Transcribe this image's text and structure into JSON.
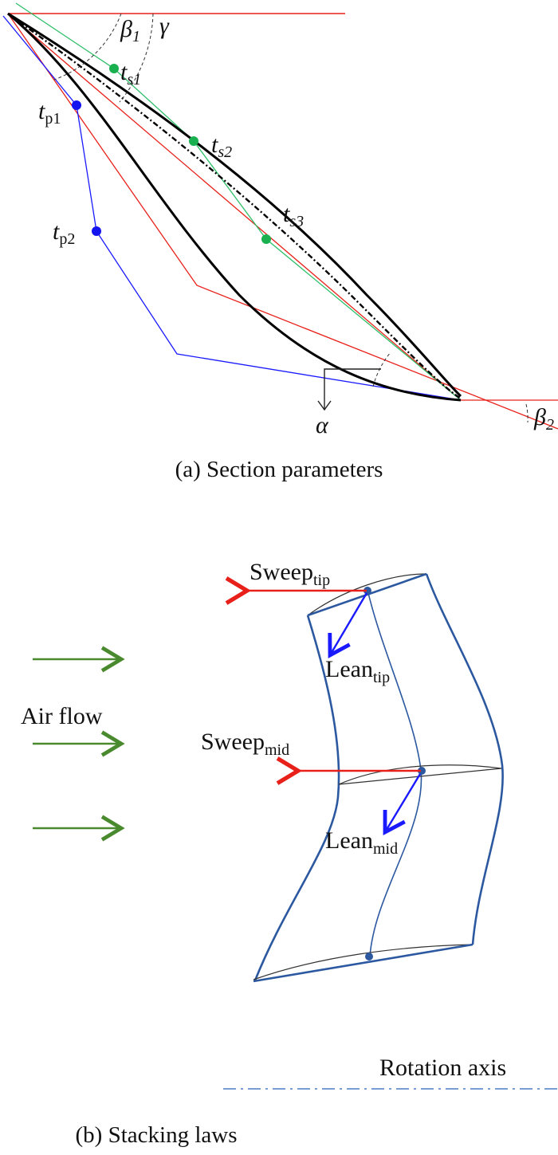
{
  "panel_a": {
    "caption": "(a) Section parameters",
    "labels": {
      "beta1": "β",
      "beta1_sub": "1",
      "gamma": "γ",
      "beta2": "β",
      "beta2_sub": "2",
      "alpha": "α",
      "ts1": "t",
      "ts1_sub": "s1",
      "ts2": "t",
      "ts2_sub": "s2",
      "ts3": "t",
      "ts3_sub": "s3",
      "tp1": "t",
      "tp1_sub": "p1",
      "tp2": "t",
      "tp2_sub": "p2"
    },
    "colors": {
      "suction_control": "#2fbf6a",
      "pressure_control": "#1a1aff",
      "camber_tangent": "#e8201a",
      "profile": "#000000"
    }
  },
  "panel_b": {
    "caption": "(b) Stacking laws",
    "labels": {
      "sweep_tip": "Sweep",
      "sweep_tip_sub": "tip",
      "lean_tip": "Lean",
      "lean_tip_sub": "tip",
      "sweep_mid": "Sweep",
      "sweep_mid_sub": "mid",
      "lean_mid": "Lean",
      "lean_mid_sub": "mid",
      "air_flow": "Air flow",
      "rotation_axis": "Rotation axis"
    },
    "colors": {
      "blade_outline": "#2c58a0",
      "sweep_arrow": "#e8201a",
      "lean_arrow": "#1a1aff",
      "air_flow_arrow": "#4a8a2e",
      "axis_line": "#4a7cc9"
    }
  }
}
